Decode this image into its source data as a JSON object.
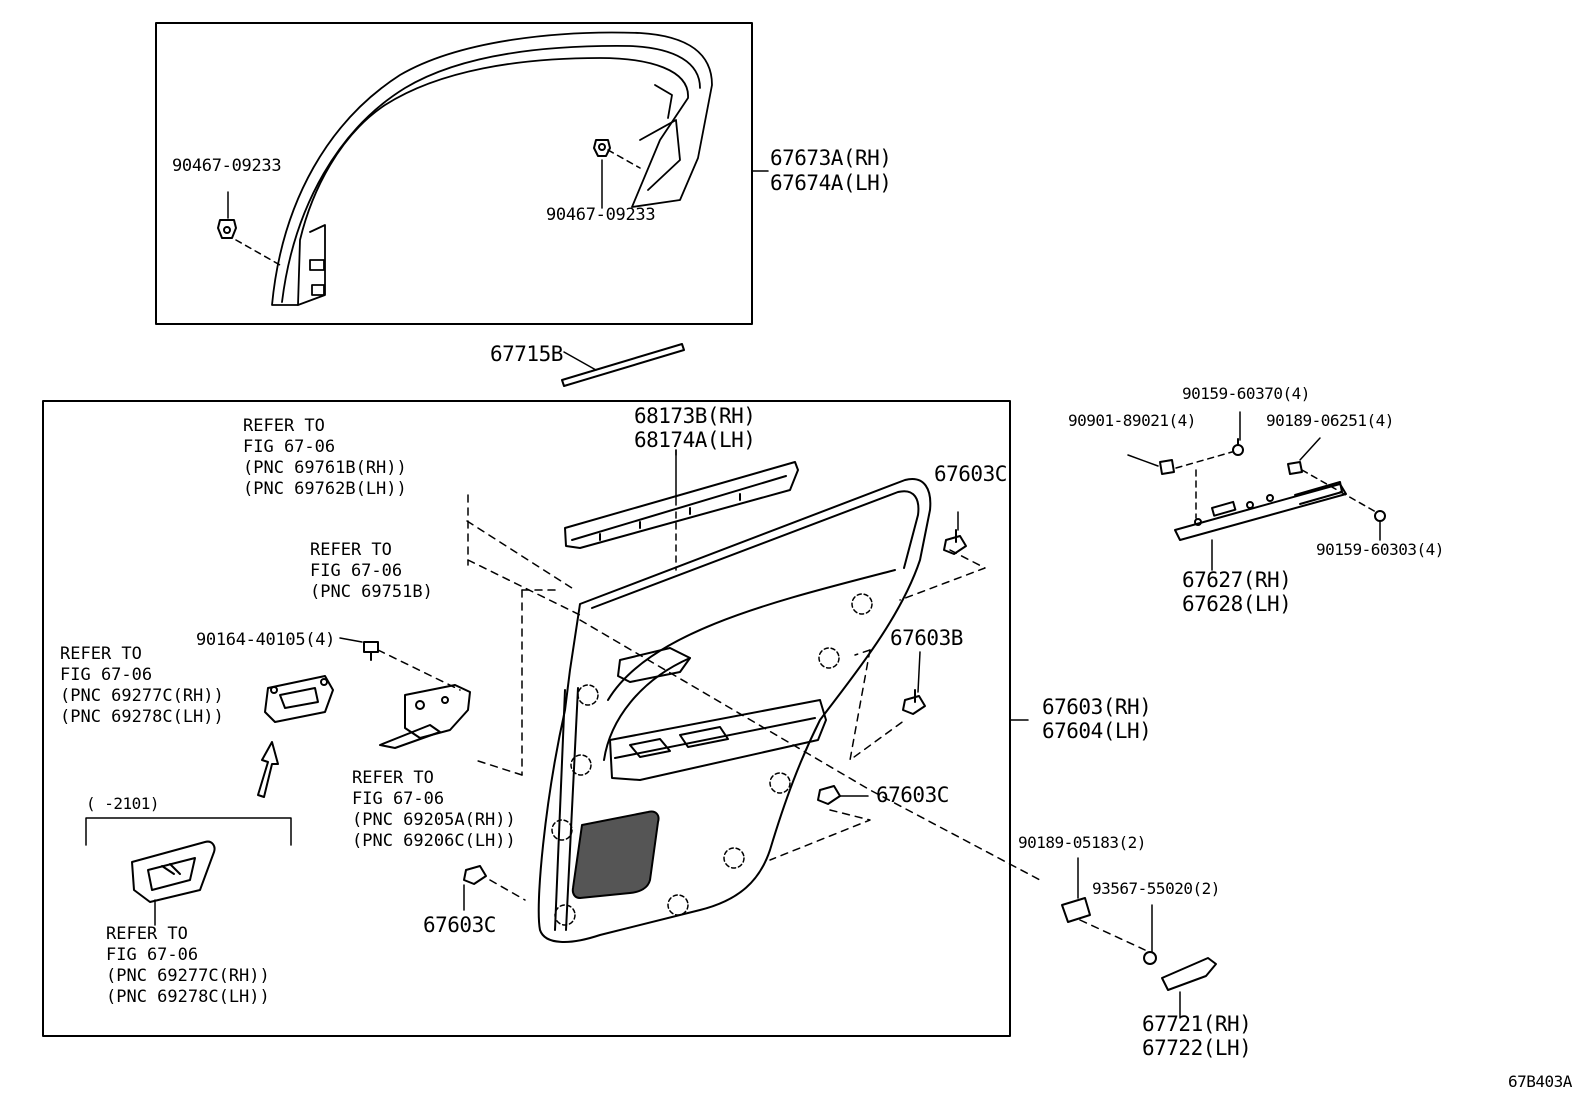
{
  "parts": {
    "p_67673A": "67673A(RH)",
    "p_67674A": "67674A(LH)",
    "p_90467_left": "90467-09233",
    "p_90467_right": "90467-09233",
    "p_67715B": "67715B",
    "p_68173B": "68173B(RH)",
    "p_68174A": "68174A(LH)",
    "p_67603C_top": "67603C",
    "p_67603B": "67603B",
    "p_67603C_mid": "67603C",
    "p_67603C_bottom": "67603C",
    "p_67603": "67603(RH)",
    "p_67604": "67604(LH)",
    "p_90164": "90164-40105(4)",
    "p_90159_60370": "90159-60370(4)",
    "p_90901": "90901-89021(4)",
    "p_90189_06251": "90189-06251(4)",
    "p_90159_60303": "90159-60303(4)",
    "p_67627": "67627(RH)",
    "p_67628": "67628(LH)",
    "p_90189_05183": "90189-05183(2)",
    "p_93567": "93567-55020(2)",
    "p_67721": "67721(RH)",
    "p_67722": "67722(LH)"
  },
  "references": {
    "ref_69761": "REFER TO\nFIG 67-06\n(PNC 69761B(RH))\n(PNC 69762B(LH))",
    "ref_69751": "REFER TO\nFIG 67-06\n(PNC 69751B)",
    "ref_69277_upper": "REFER TO\nFIG 67-06\n(PNC 69277C(RH))\n(PNC 69278C(LH))",
    "ref_69205": "REFER TO\nFIG 67-06\n(PNC 69205A(RH))\n(PNC 69206C(LH))",
    "ref_69277_lower": "REFER TO\nFIG 67-06\n(PNC 69277C(RH))\n(PNC 69278C(LH))"
  },
  "date_range": "(   -2101)",
  "figure_id": "67B403A"
}
